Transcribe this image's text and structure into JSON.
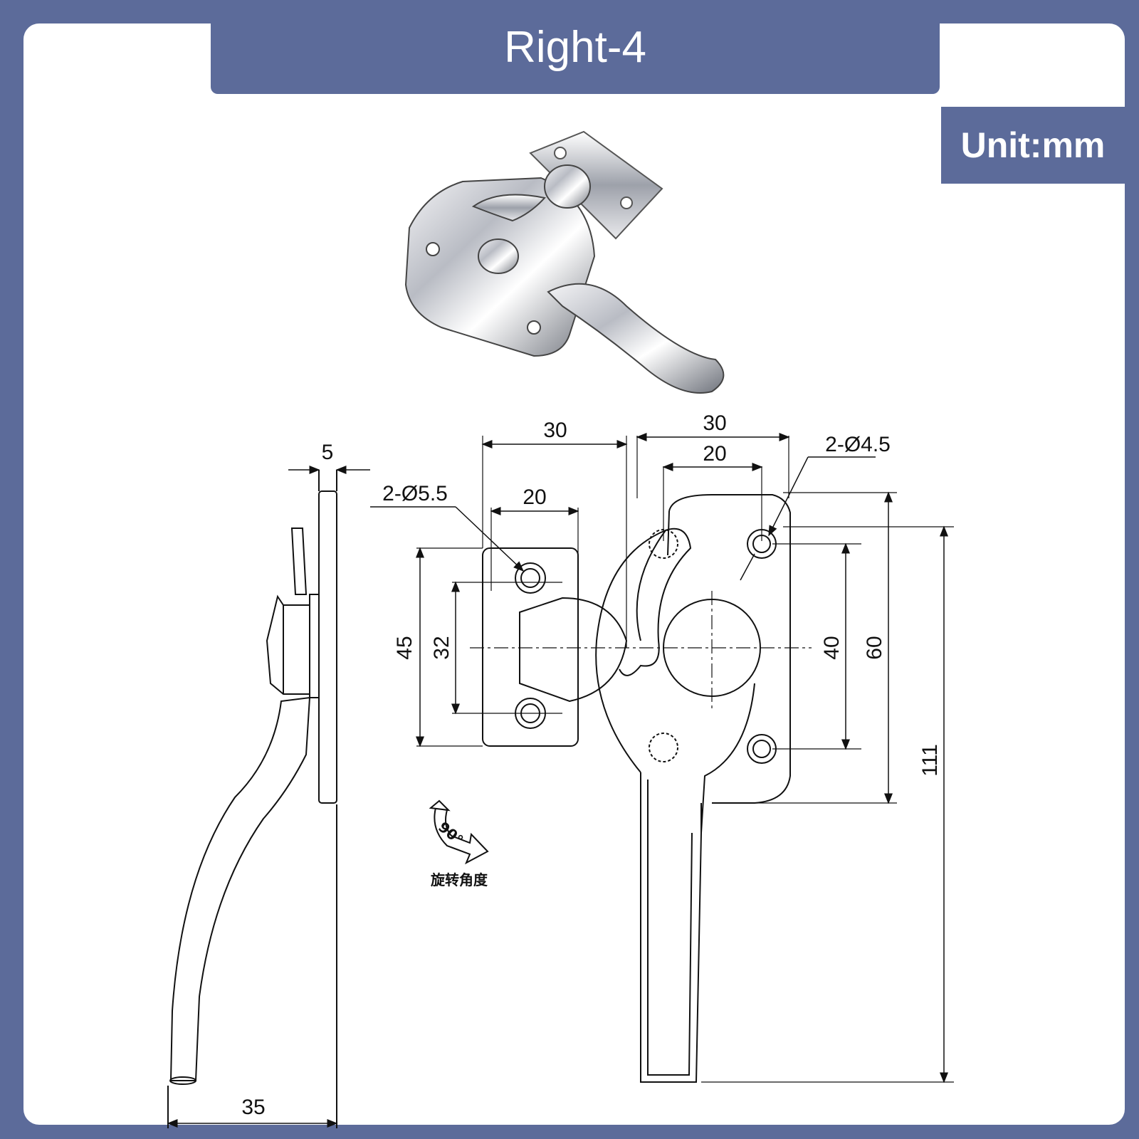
{
  "header": {
    "title": "Right-4"
  },
  "unit": {
    "label": "Unit:mm"
  },
  "side_view": {
    "dim_thickness": "5",
    "dim_depth": "35"
  },
  "front_view": {
    "dim_keeper_width": "30",
    "dim_keeper_hole_spacing": "20",
    "dim_keeper_holes": "2-Ø5.5",
    "dim_keeper_height": "45",
    "dim_keeper_hole_vertical": "32",
    "dim_base_width": "30",
    "dim_base_hole_spacing": "20",
    "dim_base_holes": "2-Ø4.5",
    "dim_base_hole_vertical": "40",
    "dim_base_height": "60",
    "dim_total_height": "111"
  },
  "rotation": {
    "angle_label": "90°",
    "caption": "旋转角度"
  },
  "colors": {
    "background": "#5c6b9a",
    "card": "#ffffff",
    "line": "#111111"
  }
}
